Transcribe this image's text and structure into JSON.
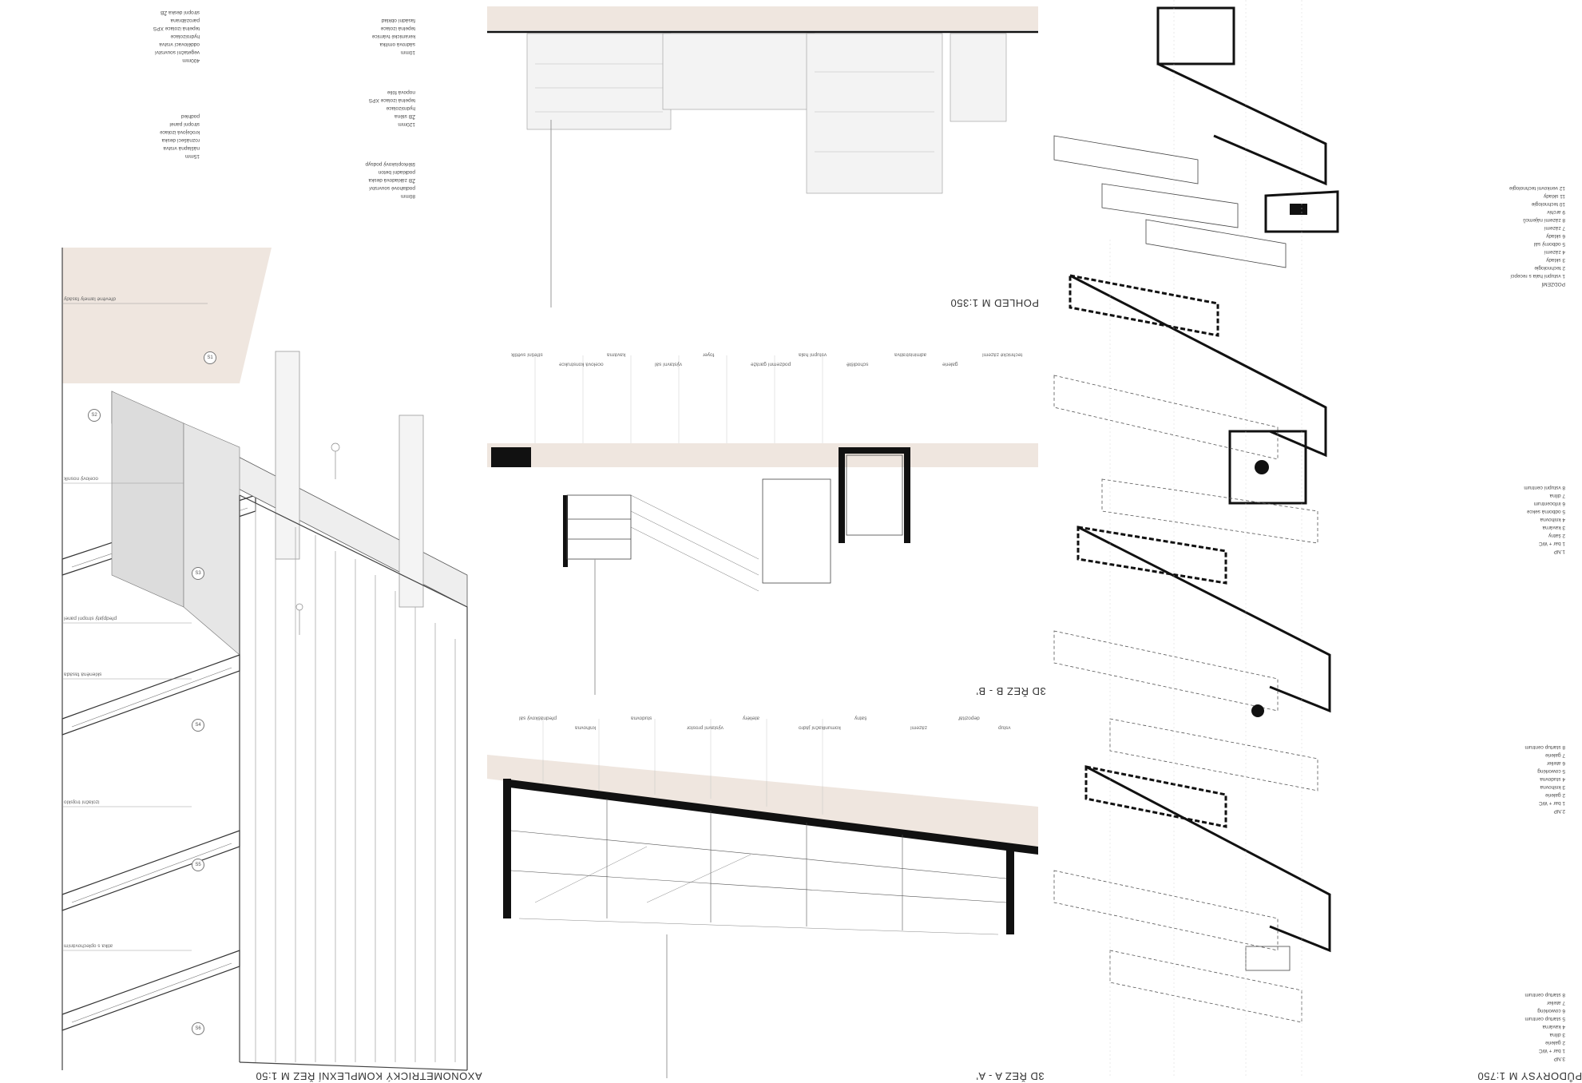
{
  "titles": {
    "axo": "AXONOMETRICKÝ KOMPLEXNÍ ŘEZ   M 1:50",
    "view": "POHLED   M 1:350",
    "sectionB": "3D ŘEZ B - B'",
    "sectionA": "3D ŘEZ A - A'",
    "plans": "PŮDORYSY   M 1:750"
  },
  "layer_tags": [
    "S1",
    "S2",
    "S3",
    "S4",
    "S5",
    "S6"
  ],
  "spec_blocks": [
    {
      "id": "S1",
      "lines": [
        "400mm",
        "vegetační souvrství",
        "oddělovací vrstva",
        "hydroizolace",
        "tepelná izolace XPS",
        "parozábrana",
        "stropní deska ŽB"
      ]
    },
    {
      "id": "S2",
      "lines": [
        "15mm",
        "nášlapná vrstva",
        "roznášecí deska",
        "kročejová izolace",
        "stropní panel",
        "podhled"
      ]
    },
    {
      "id": "S3",
      "lines": [
        "10mm",
        "sádrová omítka",
        "keramické tvárnice",
        "tepelná izolace",
        "fasádní obklad"
      ]
    },
    {
      "id": "S4",
      "lines": [
        "120mm",
        "ŽB stěna",
        "hydroizolace",
        "tepelná izolace XPS",
        "nopová fólie"
      ]
    },
    {
      "id": "S5",
      "lines": [
        "80mm",
        "podlahové souvrství",
        "ŽB základová deska",
        "podkladní beton",
        "štěrkopískový podsyp"
      ]
    }
  ],
  "axo_callouts": [
    "dřevěné lamely fasády",
    "ocelový nosník",
    "předpjatý stropní panel",
    "skleněná fasáda",
    "izolační trojsklo",
    "atika s oplechováním"
  ],
  "sectionB_callouts": [
    "střešní světlík",
    "ocelová konstrukce",
    "kavárna",
    "výstavní sál",
    "foyer",
    "podzemní garáže",
    "vstupní hala",
    "schodiště",
    "administrativa",
    "galerie",
    "technické zázemí"
  ],
  "sectionA_callouts": [
    "přednáškový sál",
    "knihovna",
    "studovna",
    "výstavní prostor",
    "ateliéry",
    "komunikační jádro",
    "šatny",
    "zázemí",
    "depozitář",
    "vstup"
  ],
  "plans_legends": [
    {
      "title": "PODZEMÍ",
      "items": [
        "1 vstupní hala s recepcí",
        "2 technologie",
        "3 sklady",
        "4 zázemí",
        "5 odborný sál",
        "6 sklady",
        "7 zázemí",
        "8 zázemí nájemců",
        "9 archiv",
        "10 technologie",
        "11 sklady",
        "12 venkovní technologie"
      ]
    },
    {
      "title": "1.NP",
      "items": [
        "1 bar + WC",
        "2 šatny",
        "3 kavárna",
        "4 knihovna",
        "5 odborná sekce",
        "6 infocentrum",
        "7 dílna",
        "8 vstupní centrum"
      ]
    },
    {
      "title": "2.NP",
      "items": [
        "1 bar + WC",
        "2 galerie",
        "3 knihovna",
        "4 studovna",
        "5 coworking",
        "6 atelier",
        "7 galerie",
        "8 startup centrum"
      ]
    },
    {
      "title": "3.NP",
      "items": [
        "1 bar + WC",
        "2 galerie",
        "3 dílna",
        "4 kavárna",
        "5 startup centrum",
        "6 coworking",
        "7 atelier",
        "8 startup centrum"
      ]
    }
  ],
  "colors": {
    "ground": "#efe6df",
    "wall": "#111111",
    "line": "#888888",
    "glass": "#d8d8d8"
  }
}
